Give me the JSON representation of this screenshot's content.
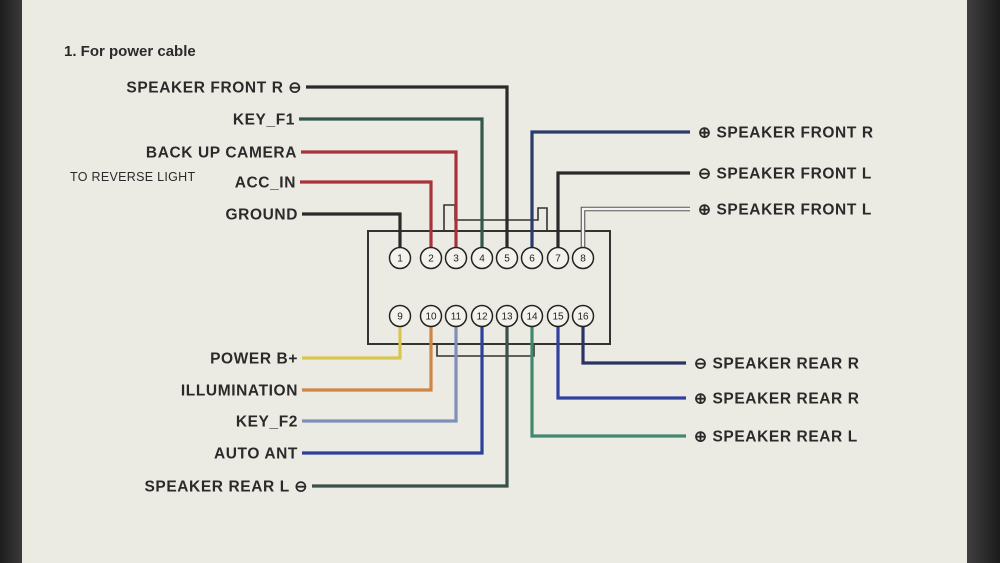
{
  "title": "1. For power cable",
  "note_left": "TO REVERSE LIGHT",
  "left_labels": [
    {
      "text": "SPEAKER FRONT R ⊖",
      "pin": 5,
      "color": "#2a2a2a"
    },
    {
      "text": "KEY_F1",
      "pin": 4,
      "color": "#33574a"
    },
    {
      "text": "BACK UP CAMERA",
      "pin": 3,
      "color": "#a5343d"
    },
    {
      "text": "ACC_IN",
      "pin": 2,
      "color": "#a8343a"
    },
    {
      "text": "GROUND",
      "pin": 1,
      "color": "#2a2a2a"
    },
    {
      "text": "POWER B+",
      "pin": 9,
      "color": "#d9c64e"
    },
    {
      "text": "ILLUMINATION",
      "pin": 10,
      "color": "#cf8544"
    },
    {
      "text": "KEY_F2",
      "pin": 11,
      "color": "#7f8fb8"
    },
    {
      "text": "AUTO ANT",
      "pin": 12,
      "color": "#2c3f9c"
    },
    {
      "text": "SPEAKER REAR L ⊖",
      "pin": 13,
      "color": "#3b4f4b"
    }
  ],
  "right_labels": [
    {
      "text": "⊕ SPEAKER FRONT R",
      "pin": 6,
      "color": "#283d6e"
    },
    {
      "text": "⊖ SPEAKER FRONT L",
      "pin": 7,
      "color": "#2a2a2a"
    },
    {
      "text": "⊕ SPEAKER FRONT L",
      "pin": 8,
      "color": "#cfcfcf"
    },
    {
      "text": "⊖ SPEAKER REAR R",
      "pin": 16,
      "color": "#2b3366"
    },
    {
      "text": "⊕ SPEAKER REAR R",
      "pin": 15,
      "color": "#3240a0"
    },
    {
      "text": "⊕ SPEAKER REAR L",
      "pin": 14,
      "color": "#3f8a6f"
    }
  ],
  "pins_top": [
    "1",
    "2",
    "3",
    "4",
    "5",
    "6",
    "7",
    "8"
  ],
  "pins_bottom": [
    "9",
    "10",
    "11",
    "12",
    "13",
    "14",
    "15",
    "16"
  ]
}
